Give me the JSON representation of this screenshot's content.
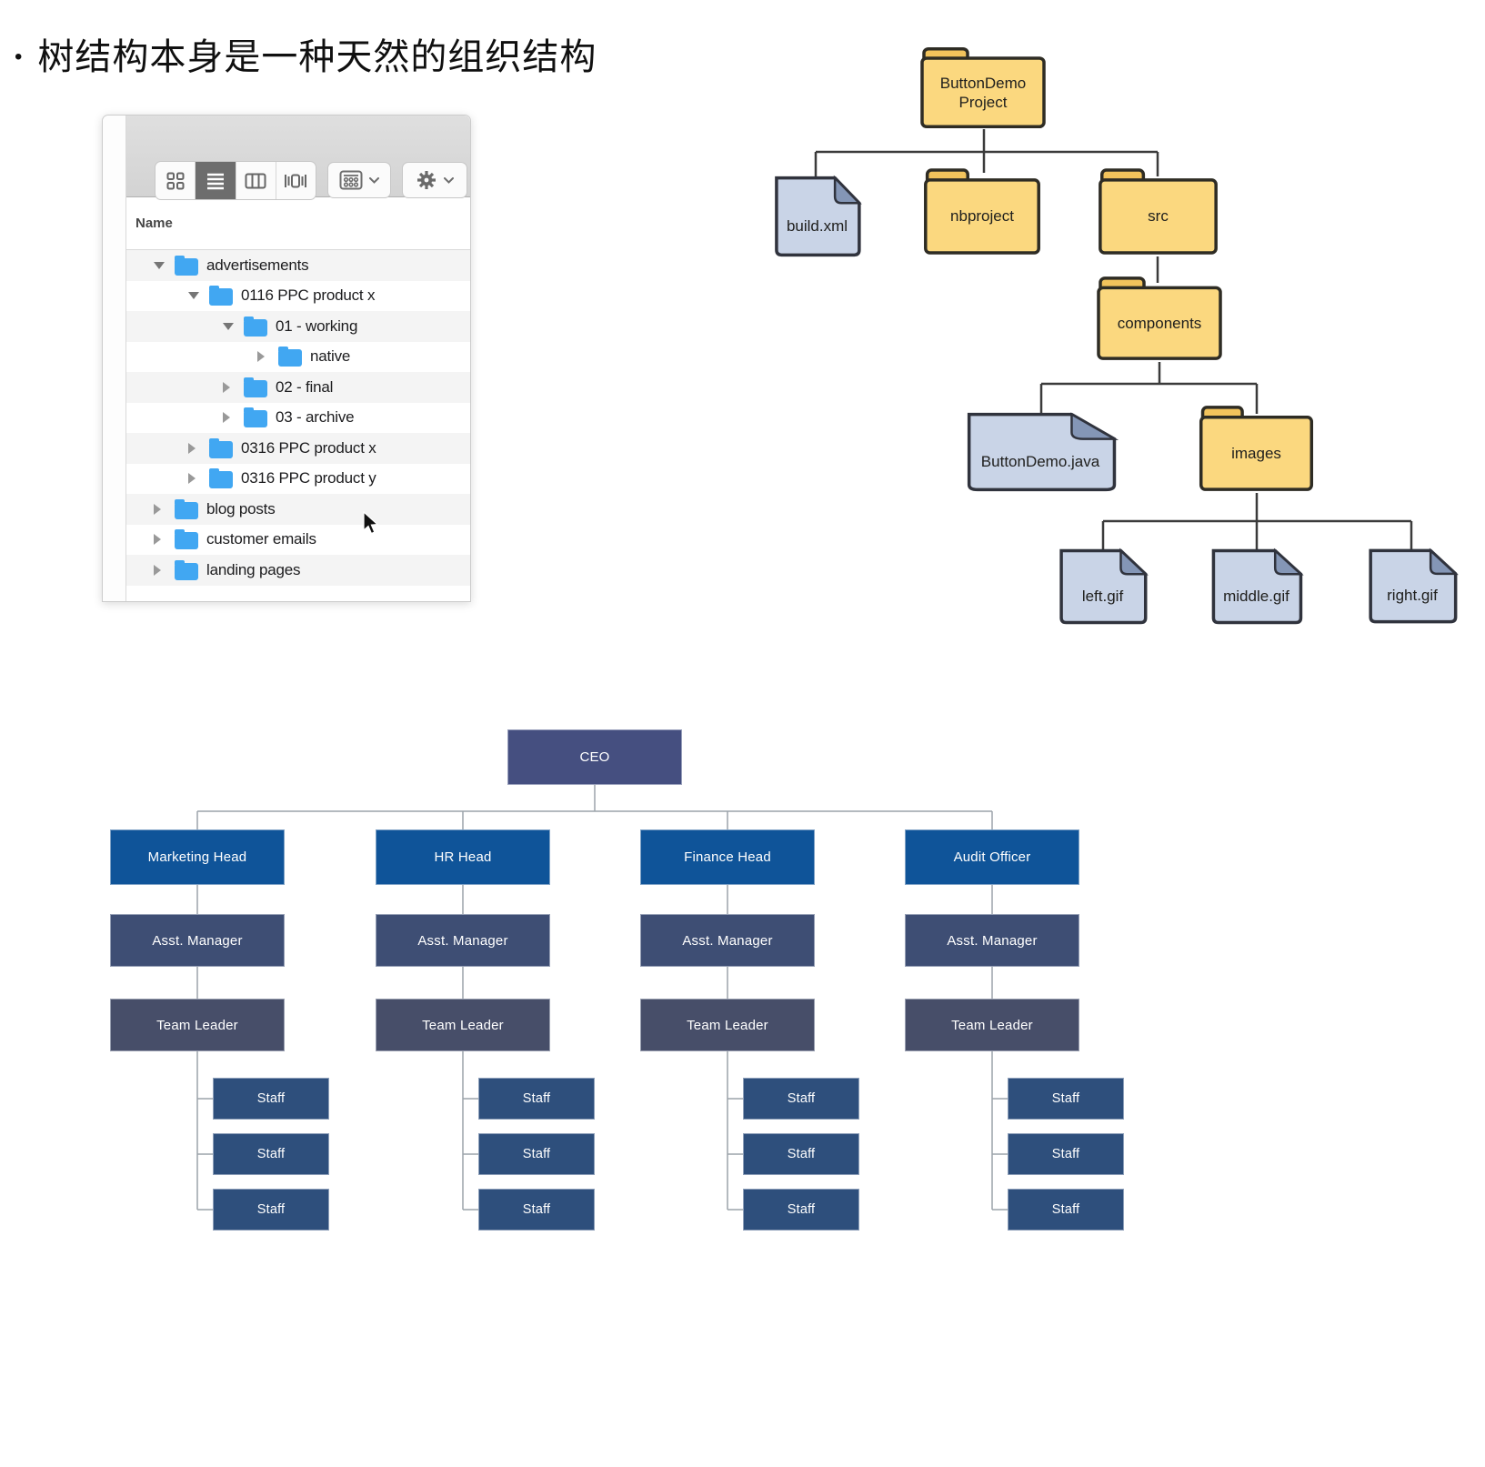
{
  "title": {
    "bullet": "•",
    "text": "树结构本身是一种天然的组织结构"
  },
  "finder": {
    "toolbar": {
      "view_modes": [
        "icon-view",
        "list-view",
        "column-view",
        "gallery-view"
      ],
      "selected_view": "list-view",
      "menu_buttons": [
        "group-menu",
        "action-menu"
      ]
    },
    "columns": [
      "Name"
    ],
    "rows": [
      {
        "label": "advertisements",
        "level": 0,
        "state": "expanded"
      },
      {
        "label": "0116 PPC product x",
        "level": 1,
        "state": "expanded"
      },
      {
        "label": "01 - working",
        "level": 2,
        "state": "expanded"
      },
      {
        "label": "native",
        "level": 3,
        "state": "collapsed"
      },
      {
        "label": "02 - final",
        "level": 2,
        "state": "collapsed"
      },
      {
        "label": "03 - archive",
        "level": 2,
        "state": "collapsed"
      },
      {
        "label": "0316 PPC product x",
        "level": 1,
        "state": "collapsed"
      },
      {
        "label": "0316 PPC product y",
        "level": 1,
        "state": "collapsed"
      },
      {
        "label": "blog posts",
        "level": 0,
        "state": "collapsed"
      },
      {
        "label": "customer emails",
        "level": 0,
        "state": "collapsed"
      },
      {
        "label": "landing pages",
        "level": 0,
        "state": "collapsed"
      }
    ]
  },
  "file_tree": {
    "label": "ButtonDemo Project",
    "type": "folder",
    "children": [
      {
        "label": "build.xml",
        "type": "document"
      },
      {
        "label": "nbproject",
        "type": "folder"
      },
      {
        "label": "src",
        "type": "folder",
        "children": [
          {
            "label": "components",
            "type": "folder",
            "children": [
              {
                "label": "ButtonDemo.java",
                "type": "document"
              },
              {
                "label": "images",
                "type": "folder",
                "children": [
                  {
                    "label": "left.gif",
                    "type": "document"
                  },
                  {
                    "label": "middle.gif",
                    "type": "document"
                  },
                  {
                    "label": "right.gif",
                    "type": "document"
                  }
                ]
              }
            ]
          }
        ]
      }
    ]
  },
  "org_chart": {
    "root": {
      "label": "CEO"
    },
    "columns": [
      {
        "head": "Marketing Head",
        "manager": "Asst. Manager",
        "leader": "Team Leader",
        "staff": [
          "Staff",
          "Staff",
          "Staff"
        ]
      },
      {
        "head": "HR Head",
        "manager": "Asst. Manager",
        "leader": "Team Leader",
        "staff": [
          "Staff",
          "Staff",
          "Staff"
        ]
      },
      {
        "head": "Finance Head",
        "manager": "Asst. Manager",
        "leader": "Team Leader",
        "staff": [
          "Staff",
          "Staff",
          "Staff"
        ]
      },
      {
        "head": "Audit Officer",
        "manager": "Asst. Manager",
        "leader": "Team Leader",
        "staff": [
          "Staff",
          "Staff",
          "Staff"
        ]
      }
    ]
  },
  "colors": {
    "finder_folder_blue": "#41a7f2",
    "diagram_folder_fill": "#fbd87f",
    "diagram_folder_tab": "#f2c35c",
    "diagram_document_fill": "#c9d4e7",
    "diagram_document_fold": "#8496b6",
    "org_ceo": "#454f80",
    "org_head": "#0f5499",
    "org_manager": "#3e4e74",
    "org_leader": "#474e69",
    "org_staff": "#2e4f7c"
  }
}
